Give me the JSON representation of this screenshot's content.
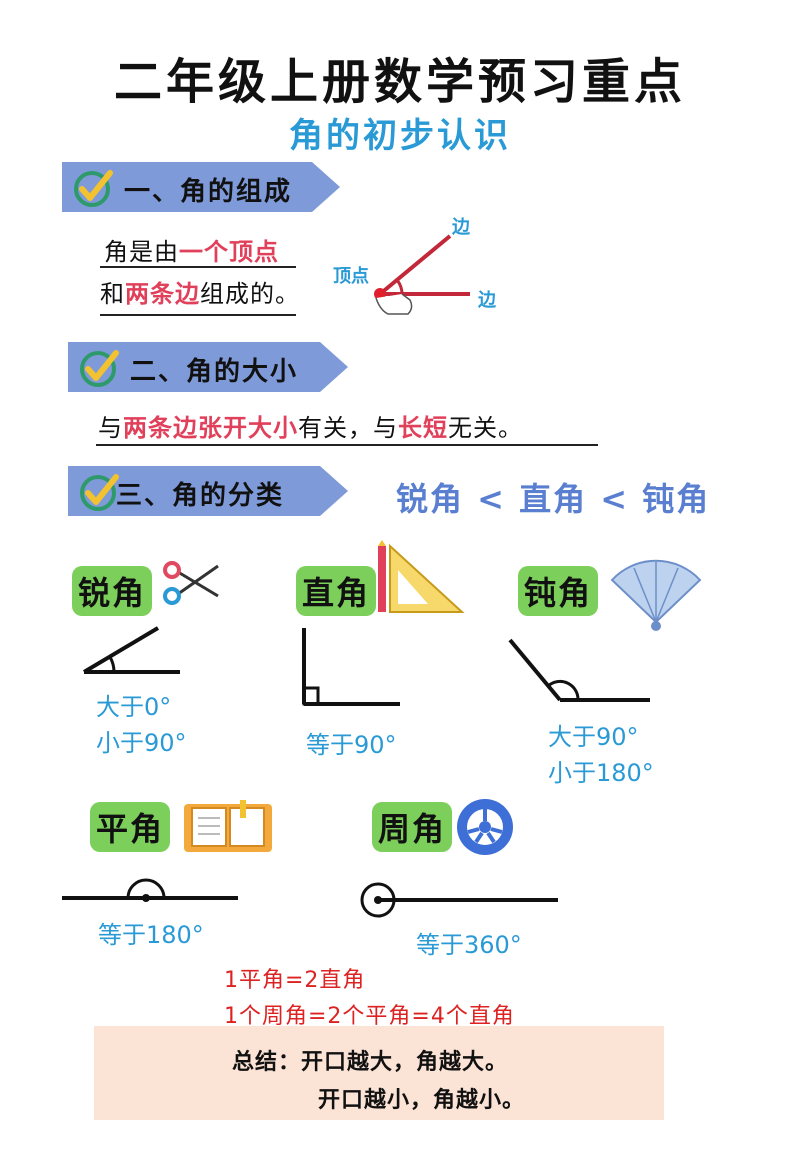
{
  "title": "二年级上册数学预习重点",
  "subtitle": "角的初步认识",
  "section1": {
    "heading": "一、角的组成",
    "line1_a": "角是由",
    "line1_b": "一个顶点",
    "line2_a": "和",
    "line2_b": "两条边",
    "line2_c": "组成的。",
    "diagram": {
      "vertex_label": "顶点",
      "edge_label_top": "边",
      "edge_label_bottom": "边"
    }
  },
  "section2": {
    "heading": "二、角的大小",
    "text_a": "与",
    "text_b": "两条边张开大小",
    "text_c": "有关，与",
    "text_d": "长短",
    "text_e": "无关。"
  },
  "section3": {
    "heading": "三、角的分类",
    "order": "锐角 < 直角 < 钝角",
    "acute": {
      "name": "锐角",
      "desc1": "大于0°",
      "desc2": "小于90°"
    },
    "right": {
      "name": "直角",
      "desc1": "等于90°"
    },
    "obtuse": {
      "name": "钝角",
      "desc1": "大于90°",
      "desc2": "小于180°"
    },
    "straight": {
      "name": "平角",
      "desc1": "等于180°"
    },
    "full": {
      "name": "周角",
      "desc1": "等于360°"
    }
  },
  "formulas": [
    "1平角=2直角",
    "1个周角=2个平角=4个直角"
  ],
  "summary": {
    "line1": "总结：开口越大，角越大。",
    "line2": "开口越小，角越小。"
  },
  "colors": {
    "accent_blue": "#2a9ad6",
    "highlight_red": "#e0405a",
    "tag_green": "#7bcf5a",
    "banner_blue": "#7e9ad8",
    "summary_bg": "#fbe3d6"
  },
  "icons": [
    "check-icon",
    "scissors-icon",
    "triangle-ruler-icon",
    "fan-icon",
    "book-icon",
    "wheel-icon"
  ]
}
